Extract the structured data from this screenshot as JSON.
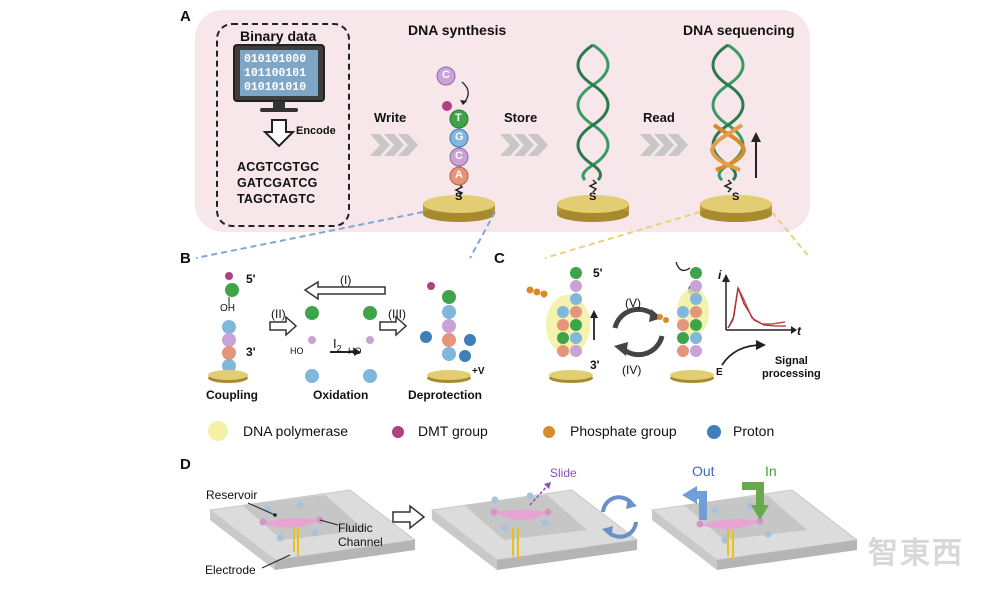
{
  "panels": {
    "a": "A",
    "b": "B",
    "c": "C",
    "d": "D"
  },
  "panel_a": {
    "binary_title": "Binary data",
    "binary_lines": [
      "010101000",
      "101100101",
      "010101010"
    ],
    "encode": "Encode",
    "sequences": [
      "ACGTCGTGC",
      "GATCGATCG",
      "TAGCTAGTC"
    ],
    "synthesis_title": "DNA synthesis",
    "sequencing_title": "DNA sequencing",
    "write": "Write",
    "store": "Store",
    "read": "Read",
    "s_label": "S",
    "bases_stack": [
      "C",
      "T",
      "G",
      "C",
      "A"
    ]
  },
  "panel_b": {
    "coupling": "Coupling",
    "oxidation": "Oxidation",
    "deprotection": "Deprotection",
    "step_i": "(I)",
    "step_ii": "(II)",
    "step_iii": "(III)",
    "five_prime": "5'",
    "three_prime": "3'",
    "oh": "OH",
    "i2": "I",
    "i2_sub": "2",
    "ho": "HO",
    "voltage": "+V"
  },
  "panel_c": {
    "five_prime": "5'",
    "three_prime": "3'",
    "step_v": "(V)",
    "step_iv": "(IV)",
    "e_label": "E",
    "i_label": "i",
    "t_label": "t",
    "signal_processing": [
      "Signal",
      "processing"
    ]
  },
  "legend": [
    {
      "name": "DNA polymerase",
      "color": "#f3ee9a"
    },
    {
      "name": "DMT group",
      "color": "#b0417f"
    },
    {
      "name": "Phosphate group",
      "color": "#d98a2b"
    },
    {
      "name": "Proton",
      "color": "#3f7fb8"
    }
  ],
  "panel_d": {
    "reservoir": "Reservoir",
    "fluidic": [
      "Fluidic",
      "Channel"
    ],
    "electrode": "Electrode",
    "slide": "Slide",
    "out": "Out",
    "in": "In"
  },
  "watermark": "智東西"
}
